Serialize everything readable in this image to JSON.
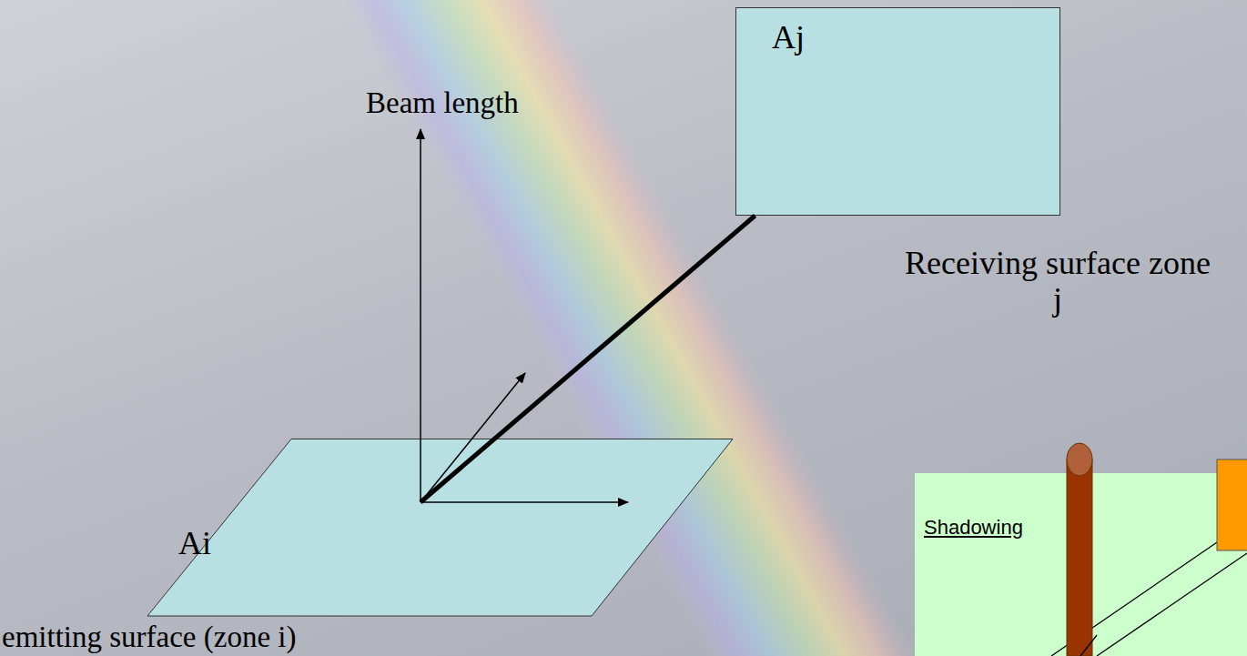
{
  "diagram": {
    "nodes": [
      {
        "text": [
          "Aj",
          "Receiving surface zone j"
        ]
      },
      {
        "text": [
          "Ai",
          "emitting surface (zone i)"
        ]
      },
      {
        "text": [
          "Shadowing"
        ]
      }
    ],
    "edges": [
      {
        "from": 1,
        "to": 0,
        "arrow": "none",
        "label": "Beam length"
      }
    ]
  }
}
